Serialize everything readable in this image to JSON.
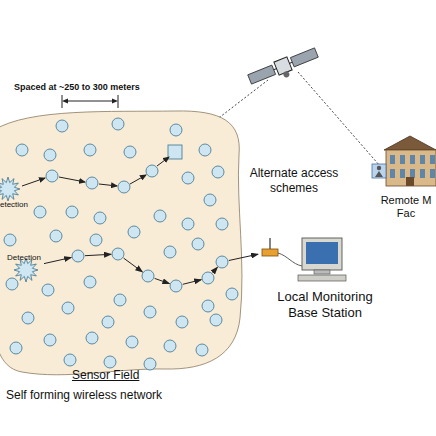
{
  "diagram": {
    "nodes": [
      {
        "text": [
          "Sensor Field",
          "Self forming wireless network"
        ]
      },
      {
        "text": [
          "etection"
        ],
        "in": 0
      },
      {
        "text": [
          "Detection"
        ],
        "in": 0
      },
      {
        "text": [
          "Remote M Fac"
        ]
      },
      {
        "text": [
          "Local Monitoring Base Station"
        ]
      }
    ],
    "edges": [
      {
        "from": 2,
        "to": 4,
        "arrow": "to"
      }
    ],
    "labels": [
      "Spaced at ~250 to 300 meters",
      "Alternate access schemes"
    ]
  }
}
